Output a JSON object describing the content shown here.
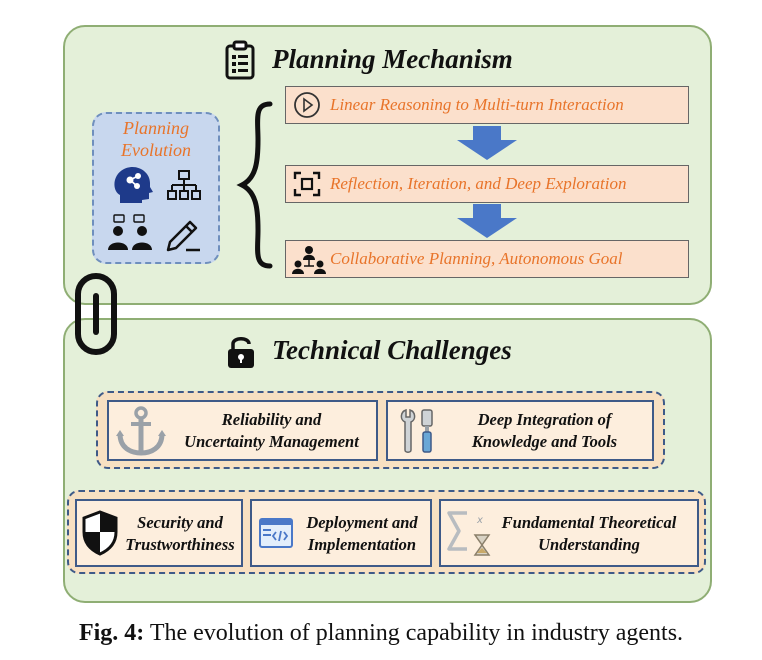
{
  "planning_mechanism": {
    "title": "Planning Mechanism",
    "evolution_label_line1": "Planning",
    "evolution_label_line2": "Evolution",
    "steps": [
      {
        "label": "Linear Reasoning to Multi-turn Interaction",
        "icon": "play-circle-icon"
      },
      {
        "label": "Reflection, Iteration, and Deep Exploration",
        "icon": "focus-frame-icon"
      },
      {
        "label": "Collaborative Planning, Autonomous Goal",
        "icon": "team-network-icon"
      }
    ],
    "evolution_icons": [
      "brain-head-icon",
      "hierarchy-icon",
      "people-chat-icon",
      "pencil-icon"
    ]
  },
  "technical_challenges": {
    "title": "Technical Challenges",
    "row1": [
      {
        "line1": "Reliability and",
        "line2": "Uncertainty Management",
        "icon": "anchor-icon"
      },
      {
        "line1": "Deep Integration of",
        "line2": "Knowledge and Tools",
        "icon": "tools-icon"
      }
    ],
    "row2": [
      {
        "line1": "Security and",
        "line2": "Trustworthiness",
        "icon": "shield-icon"
      },
      {
        "line1": "Deployment and",
        "line2": "Implementation",
        "icon": "code-window-icon"
      },
      {
        "line1": "Fundamental Theoretical",
        "line2": "Understanding",
        "icon": "sigma-hourglass-icon"
      }
    ]
  },
  "caption": {
    "label": "Fig. 4:",
    "text": " The evolution of planning capability in industry agents."
  },
  "colors": {
    "panel_fill": "#e4f0d9",
    "panel_border": "#8fae74",
    "step_fill": "#fbe0cc",
    "accent_orange": "#e8742a",
    "card_border": "#3e5a88",
    "arrow_blue": "#4a78c8"
  }
}
